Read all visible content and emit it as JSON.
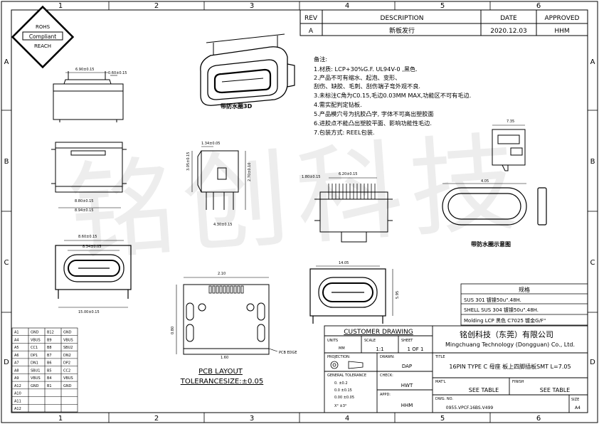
{
  "frame": {
    "columns": [
      "1",
      "2",
      "3",
      "4",
      "5",
      "6"
    ],
    "rows": [
      "A",
      "B",
      "C",
      "D"
    ]
  },
  "logo": {
    "line1": "ROHS",
    "line2": "Compliant",
    "line3": "REACH"
  },
  "revision": {
    "headers": {
      "rev": "REV",
      "description": "DESCRIPTION",
      "date": "DATE",
      "approved": "APPROVED"
    },
    "row": {
      "rev": "A",
      "description": "新板发行",
      "date": "2020.12.03",
      "approved": "HHM"
    }
  },
  "notes": {
    "heading": "备注:",
    "items": [
      "1.材质: LCP+30%G.F. UL94V-0 ,黑色.",
      "2.产品不可有缩水、起泡、变形、",
      "  刮伤、缺胶、毛刺、刮伤端子弯外观不良.",
      "3.未标注C角为C0.15,毛边0.03MM MAX,功能区不可有毛边.",
      "4.需实配判定钻板.",
      "5.产品模穴号为抗胶凸字, 字体不可高出塑胶面",
      "6.进胶点不能凸出塑胶平面、影响功能性毛边.",
      "7.包装方式: REEL包装."
    ]
  },
  "labels": {
    "waterproof_ring": "带防水圈3D",
    "waterproof_diagram": "带防水圈示意图",
    "pcb_layout": "PCB LAYOUT",
    "tolerance": "TOLERANCESIZE:±0.05",
    "pcb_edge": "PCB EDGE",
    "watermark": "铭创科技"
  },
  "dimensions": {
    "d1": "6.90±0.15",
    "d2": "0.60±0.15",
    "d3": "1.34±0.05",
    "d4": "3.05±0.15",
    "d5": "8.80±0.15",
    "d6": "8.94±0.15",
    "d7": "8.34±0.05",
    "d8": "6.20±0.15",
    "d9": "8.60±0.15",
    "d10": "15.00±0.15",
    "d11": "4.30±0.15",
    "d12": "7.35",
    "d13": "14.05",
    "d14": "4.05",
    "d15": "5.95",
    "d16": "2.10",
    "d17": "1.60",
    "d18": "0.80",
    "d19": "2.70±0.10",
    "d20": "1.80±0.15"
  },
  "pin_table": {
    "rows": [
      [
        "A1",
        "GND",
        "B12",
        "GND"
      ],
      [
        "A4",
        "VBUS",
        "B9",
        "VBUS"
      ],
      [
        "A5",
        "CC1",
        "B8",
        "SBU2"
      ],
      [
        "A6",
        "DP1",
        "B7",
        "DN2"
      ],
      [
        "A7",
        "DN1",
        "B6",
        "DP2"
      ],
      [
        "A8",
        "SBU1",
        "B5",
        "CC2"
      ],
      [
        "A9",
        "VBUS",
        "B4",
        "VBUS"
      ],
      [
        "A12",
        "GND",
        "B1",
        "GND"
      ],
      [
        "A10",
        "",
        "",
        ""
      ],
      [
        "A11",
        "",
        "",
        ""
      ],
      [
        "A12",
        "",
        "",
        ""
      ]
    ]
  },
  "spec": {
    "header": "规格",
    "rows": [
      "SUS 301 镀镍50u\".48H.",
      "SHELL SUS 304 镀镍50u\".48H.",
      "Molding LCP 黑色 C7025 镀金G/F\""
    ]
  },
  "title_block": {
    "customer_drawing": "CUSTOMER DRAWING",
    "company_cn": "铭创科技（东莞）有限公司",
    "company_en": "Mingchuang Technology (Dongguan) Co., Ltd.",
    "units_label": "UNITS",
    "units_value": "MM",
    "scale_label": "SCALE",
    "scale_value": "1:1",
    "sheet_label": "SHEET",
    "sheet_value": "1 OF 1",
    "title_label": "TITLE",
    "title_value": "16PIN TYPE C 母座 板上四脚插板SMT L=7.05",
    "projection_label": "PROJECTION:",
    "drawn_label": "DRAWN:",
    "drawn_value": "DAP",
    "general_tolerance_label": "GENERAL TOLERANCE",
    "tolerances": [
      "0.  ±0.2",
      "0.0  ±0.15",
      "0.00  ±0.05",
      "X°  ±3°"
    ],
    "check_label": "CHECK:",
    "check_value": "HWT",
    "appd_label": "APPD:",
    "appd_value": "HHM",
    "matl_label": "MAT'L",
    "matl_value": "SEE TABLE",
    "finish_label": "FINISH",
    "finish_value": "SEE TABLE",
    "dwg_label": "DWG. NO.",
    "dwg_value": "0955.VPCF.16BS.V499",
    "size_label": "SIZE",
    "size_value": "A4"
  }
}
